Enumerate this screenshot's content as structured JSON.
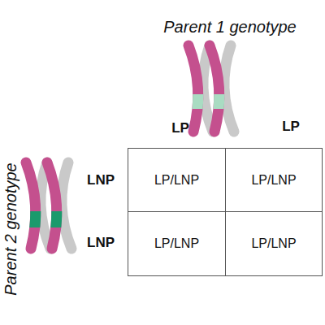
{
  "diagram": {
    "nodes": [
      {
        "text": [
          "LP/LNP"
        ]
      },
      {
        "text": [
          "LP/LNP"
        ]
      },
      {
        "text": [
          "LP/LNP"
        ]
      },
      {
        "text": [
          "LP/LNP"
        ]
      }
    ],
    "labels": [
      "Parent 1 genotype",
      "LP",
      "LP",
      "LNP",
      "LNP",
      "Parent 2 genotype"
    ]
  }
}
